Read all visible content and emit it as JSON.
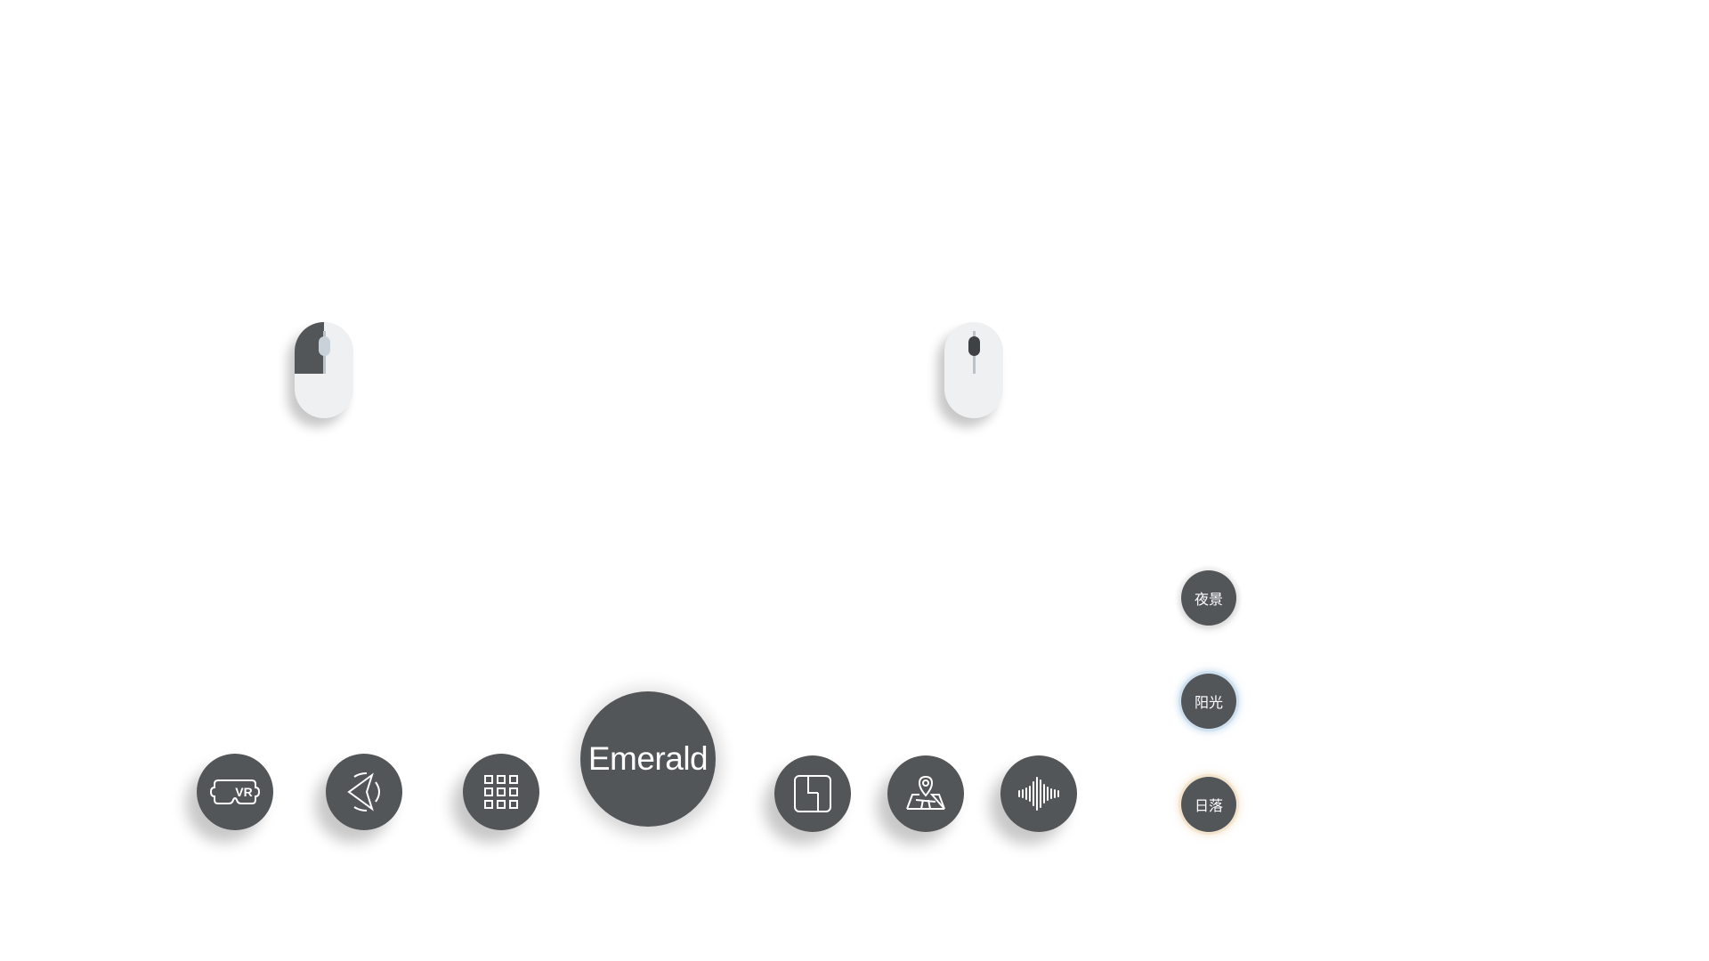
{
  "mice": [
    {
      "name": "mouse-left-click-hint",
      "highlight": "left-button"
    },
    {
      "name": "mouse-scroll-hint",
      "highlight": "scroll-wheel"
    }
  ],
  "dock": {
    "buttons": [
      {
        "id": "vr",
        "icon": "vr-headset-icon"
      },
      {
        "id": "navigate",
        "icon": "navigation-arrow-icon"
      },
      {
        "id": "grid",
        "icon": "grid-icon"
      },
      {
        "id": "floorplan",
        "icon": "floorplan-icon"
      },
      {
        "id": "map",
        "icon": "map-location-icon"
      },
      {
        "id": "audio",
        "icon": "sound-wave-icon"
      }
    ],
    "main_label": "Emerald"
  },
  "modes": {
    "night": "夜景",
    "sunlight": "阳光",
    "sunset": "日落"
  },
  "colors": {
    "button_fill": "#535659",
    "mouse_body": "#eef0f2",
    "sun_ring": "#cfe0ee",
    "sunset_ring": "#f3e4cd"
  }
}
